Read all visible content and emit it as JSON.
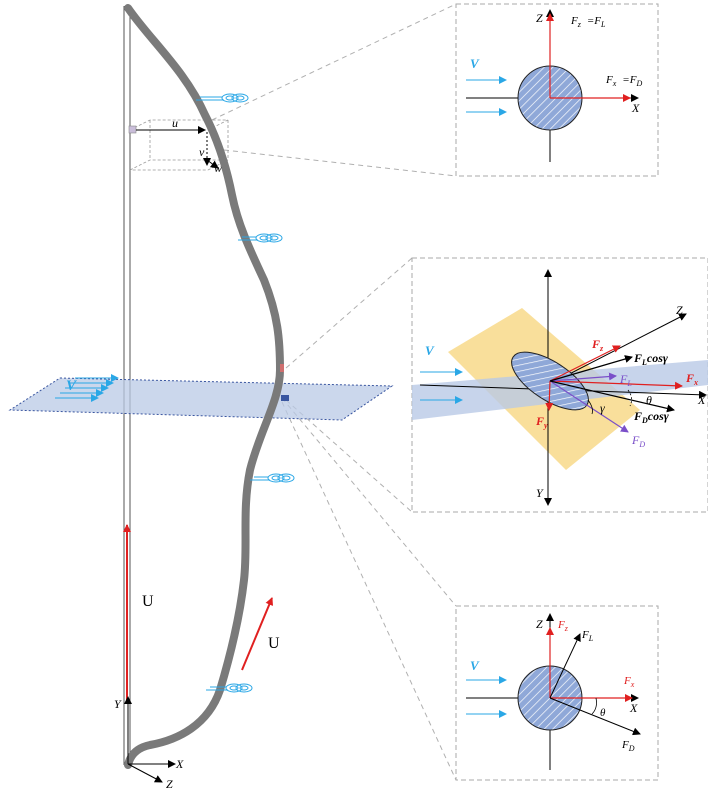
{
  "colors": {
    "cable": "#7a7a7a",
    "flow_blue": "#2aa7e6",
    "force_red": "#e02020",
    "section_fill": "#8fa8d8",
    "section_hatch": "#ffffff",
    "plane_blue": "#b9c9e6",
    "plane_yellow": "#f8d98a",
    "force_purple": "#7a4fc9",
    "frame_dash": "#aaaaaa"
  },
  "main": {
    "axis_x": "X",
    "axis_y": "Y",
    "axis_z": "Z",
    "flow_label": "V",
    "velocity_label_left": "U",
    "velocity_label_right": "U",
    "disp_u": "u",
    "disp_v": "v",
    "disp_w": "w"
  },
  "top_panel": {
    "axis_z": "Z",
    "axis_x": "X",
    "flow_label": "V",
    "force_z": "F",
    "force_z_sub": "z",
    "force_z_rhs": "=F",
    "force_z_rhs_sub": "L",
    "force_x": "F",
    "force_x_sub": "x",
    "force_x_rhs": "=F",
    "force_x_rhs_sub": "D"
  },
  "mid_panel": {
    "axis_z": "Z",
    "axis_x": "X",
    "axis_y": "Y",
    "flow_label": "V",
    "fz": "F",
    "fz_sub": "z",
    "fx": "F",
    "fx_sub": "x",
    "fy": "F",
    "fy_sub": "y",
    "fl": "F",
    "fl_sub": "L",
    "fd": "F",
    "fd_sub": "D",
    "fl_cos": "F",
    "fl_cos_sub": "L",
    "fl_cos_tail": "cosγ",
    "fd_cos": "F",
    "fd_cos_sub": "D",
    "fd_cos_tail": "cosγ",
    "angle_gamma": "γ",
    "angle_theta": "θ"
  },
  "bottom_panel": {
    "axis_z": "Z",
    "axis_x": "X",
    "flow_label": "V",
    "fz": "F",
    "fz_sub": "z",
    "fx": "F",
    "fx_sub": "x",
    "fl": "F",
    "fl_sub": "L",
    "fd": "F",
    "fd_sub": "D",
    "angle_theta": "θ"
  }
}
